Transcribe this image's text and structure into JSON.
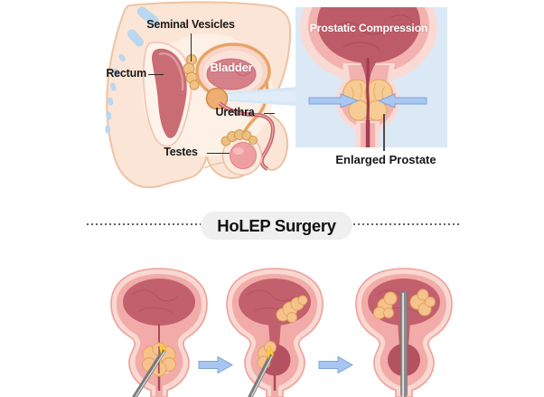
{
  "anatomy_diagram": {
    "labels": {
      "seminal_vesicles": "Seminal Vesicles",
      "rectum": "Rectum",
      "bladder": "Bladder",
      "urethra": "Urethra",
      "testes": "Testes"
    }
  },
  "compression_panel": {
    "title": "Prostatic Compression",
    "caption": "Enlarged Prostate"
  },
  "section_divider": {
    "title": "HoLEP Surgery"
  },
  "surgery_steps": {
    "step_count": 3,
    "steps": [
      {
        "icon": "laser-enucleation-start"
      },
      {
        "icon": "lobe-pushed-into-bladder"
      },
      {
        "icon": "morcellation-removal"
      }
    ],
    "between_icon": "right-arrow-icon"
  },
  "colors": {
    "panel_background": "#dbe9f6",
    "arrow_blue_fill": "#a9c6f0",
    "arrow_blue_border": "#7fa3da",
    "pill_background": "#efefef",
    "label_text": "#1a1a1a",
    "skin_tone": "#fbe5d6",
    "bladder_interior_red": "#bd5c68",
    "prostate_orange": "#f7cb94",
    "spine_blue": "#b9d7ee",
    "divider_dot": "#606060"
  }
}
